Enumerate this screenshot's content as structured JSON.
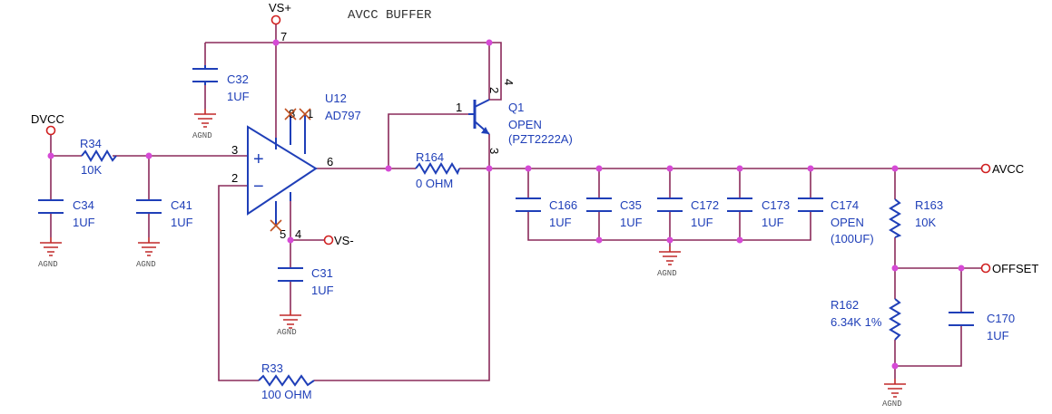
{
  "title": "AVCC BUFFER",
  "nets": {
    "vs_plus": "VS+",
    "vs_minus": "VS-",
    "dvcc": "DVCC",
    "avcc": "AVCC",
    "offset": "OFFSET",
    "agnd": "AGND"
  },
  "opamp": {
    "ref": "U12",
    "part": "AD797",
    "pins": {
      "noninv": "3",
      "inv": "2",
      "out": "6",
      "vminus": "4",
      "vplus": "7",
      "p8": "8",
      "p1": "1",
      "p5": "5"
    },
    "plus_sign": "+",
    "minus_sign": "−"
  },
  "transistor": {
    "ref": "Q1",
    "value": "OPEN",
    "part": "(PZT2222A)",
    "pins": {
      "base": "1",
      "c2": "2",
      "c4": "4",
      "emitter": "3"
    }
  },
  "resistors": {
    "r34": {
      "ref": "R34",
      "value": "10K"
    },
    "r164": {
      "ref": "R164",
      "value": "0 OHM"
    },
    "r33": {
      "ref": "R33",
      "value": "100 OHM"
    },
    "r163": {
      "ref": "R163",
      "value": "10K"
    },
    "r162": {
      "ref": "R162",
      "value": "6.34K 1%"
    }
  },
  "capacitors": {
    "c32": {
      "ref": "C32",
      "value": "1UF"
    },
    "c34": {
      "ref": "C34",
      "value": "1UF"
    },
    "c41": {
      "ref": "C41",
      "value": "1UF"
    },
    "c31": {
      "ref": "C31",
      "value": "1UF"
    },
    "c166": {
      "ref": "C166",
      "value": "1UF"
    },
    "c35": {
      "ref": "C35",
      "value": "1UF"
    },
    "c172": {
      "ref": "C172",
      "value": "1UF"
    },
    "c173": {
      "ref": "C173",
      "value": "1UF"
    },
    "c174": {
      "ref": "C174",
      "value": "OPEN",
      "extra": "(100UF)"
    },
    "c170": {
      "ref": "C170",
      "value": "1UF"
    }
  }
}
